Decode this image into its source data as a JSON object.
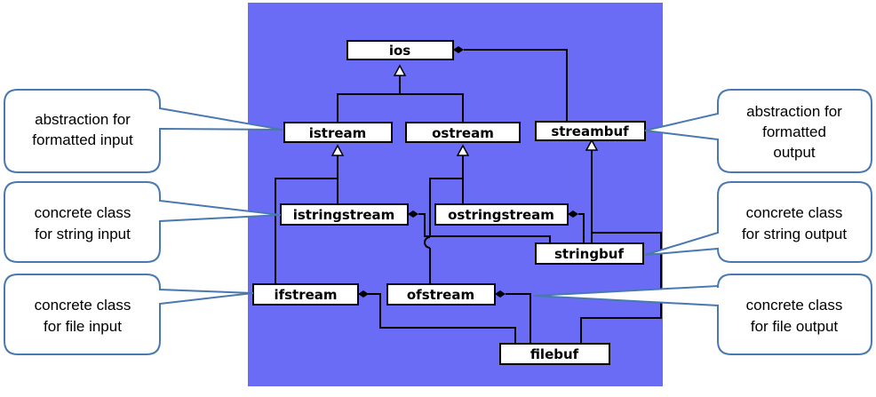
{
  "colors": {
    "panel": "#6b6cf5",
    "class_box_fill": "#ffffff",
    "class_box_stroke": "#000000",
    "callout_stroke": "#4a78b0",
    "callout_fill": "#ffffff"
  },
  "classes": {
    "ios": "ios",
    "istream": "istream",
    "ostream": "ostream",
    "streambuf": "streambuf",
    "istringstream": "istringstream",
    "ostringstream": "ostringstream",
    "stringbuf": "stringbuf",
    "ifstream": "ifstream",
    "ofstream": "ofstream",
    "filebuf": "filebuf"
  },
  "callouts": {
    "formatted_input": [
      "abstraction for",
      "formatted input"
    ],
    "string_input": [
      "concrete class",
      "for string input"
    ],
    "file_input": [
      "concrete class",
      "for file input"
    ],
    "formatted_output": [
      "abstraction for",
      "formatted",
      "output"
    ],
    "string_output": [
      "concrete class",
      "for string output"
    ],
    "file_output": [
      "concrete class",
      "for file output"
    ]
  }
}
